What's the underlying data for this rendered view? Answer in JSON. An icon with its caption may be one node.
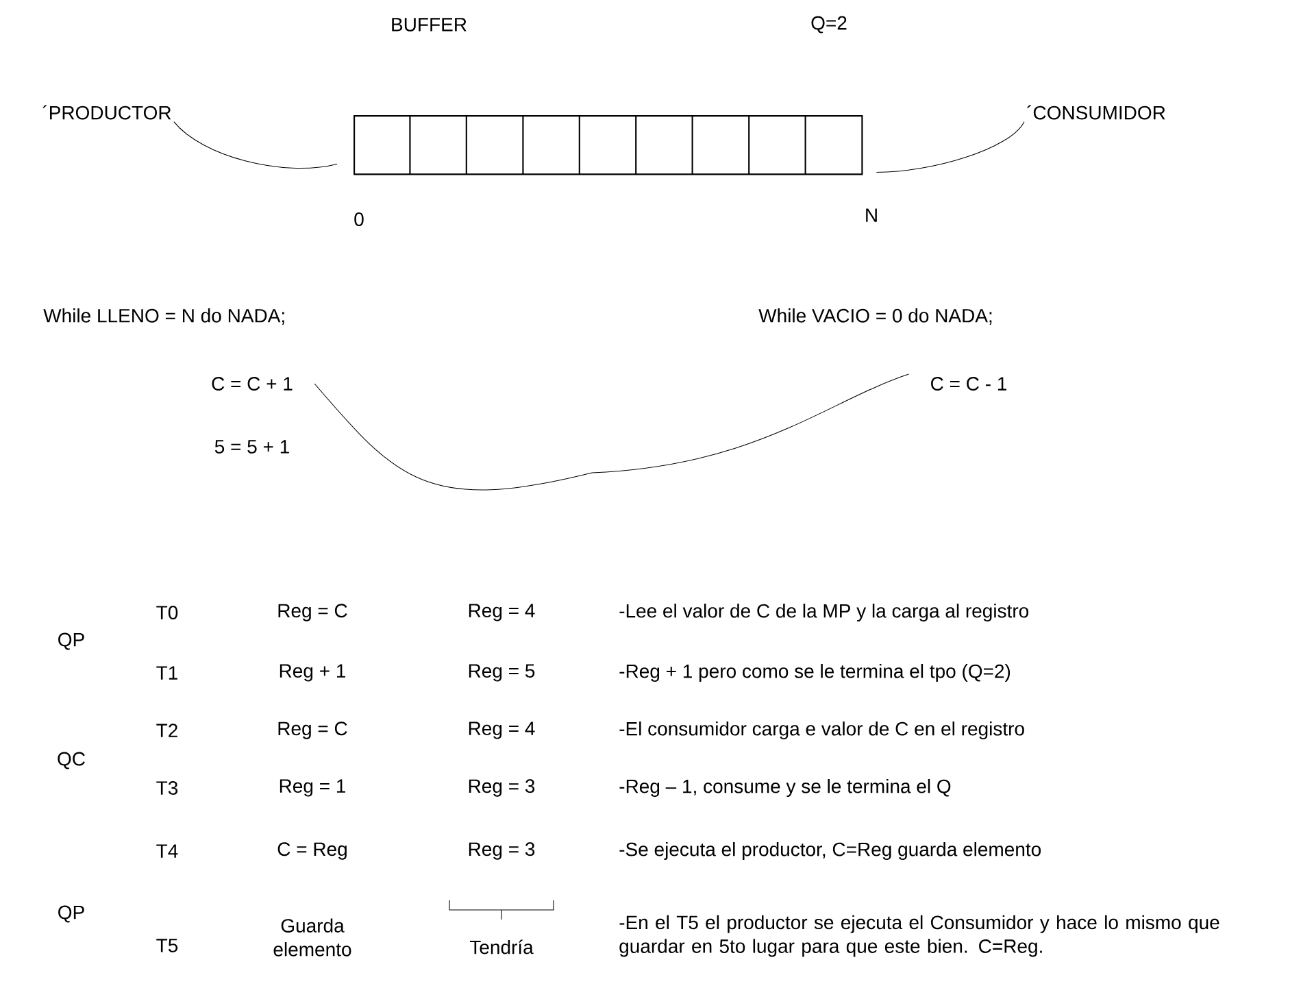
{
  "diagram": {
    "nodes": [
      {
        "text": [
          "´PRODUCTOR"
        ]
      },
      {
        "text": [],
        "shape": "box"
      },
      {
        "text": [
          "´CONSUMIDOR"
        ]
      },
      {
        "text": [
          "C = C + 1"
        ]
      },
      {
        "text": [
          "C = C - 1"
        ]
      }
    ],
    "edges": [
      {
        "from": 0,
        "to": 1,
        "arrow": "none"
      },
      {
        "from": 2,
        "to": 1,
        "arrow": "none"
      },
      {
        "from": 3,
        "to": 4,
        "arrow": "none"
      }
    ],
    "labels": [
      "BUFFER",
      "Q=2",
      "0",
      "N",
      "While LLENO = N do NADA;",
      "While VACIO = 0 do NADA;",
      "5 = 5 + 1",
      "QP",
      "T0",
      "Reg = C",
      "Reg = 4",
      "-Lee el valor de C de la MP y la carga al registro",
      "T1",
      "Reg + 1",
      "Reg = 5",
      "-Reg + 1 pero como se le termina el tpo (Q=2)",
      "QC",
      "T2",
      "Reg = C",
      "Reg = 4",
      "-El consumidor carga e valor de C en el registro",
      "T3",
      "Reg = 1",
      "Reg = 3",
      "-Reg – 1, consume y se le termina el Q",
      "T4",
      "C = Reg",
      "Reg = 3",
      "-Se ejecuta el productor, C=Reg guarda elemento",
      "QP",
      "T5",
      "Guarda elemento",
      "Tendría",
      "-En el T5 el productor se ejecuta el Consumidor y hace lo mismo que guardar en 5to lugar para que este bien. C=Reg."
    ]
  }
}
